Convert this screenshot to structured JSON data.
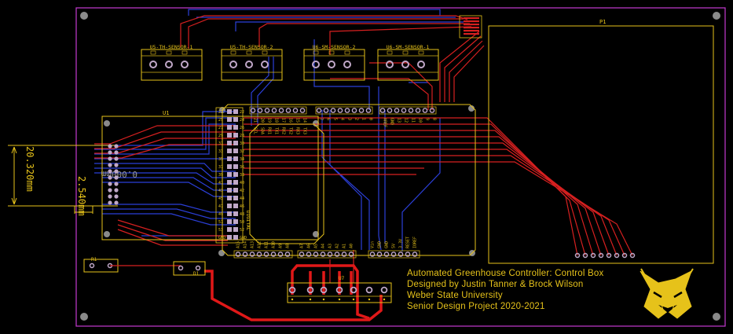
{
  "designators": {
    "u5a": "U5-TH-SENSOR-1",
    "u5b": "U5-TH-SENSOR-2",
    "u6a": "U6-SM-SENSOR-2",
    "u6b": "U6-SM-SENSOR-1",
    "p1": "P1",
    "u1": "U1",
    "u7": "U7",
    "r1": "R1",
    "d1": "D1"
  },
  "dimensions": {
    "height": "20.320mm",
    "pitch": "2.540mm",
    "origin": "0.000mm"
  },
  "arduino": {
    "left_col": [
      "23",
      "25",
      "27",
      "29",
      "31",
      "33",
      "35",
      "37",
      "39",
      "41",
      "43",
      "45",
      "47",
      "49",
      "51",
      "53",
      "GND"
    ],
    "right_col": [
      "22",
      "24",
      "26",
      "28",
      "30",
      "32",
      "34",
      "36",
      "38",
      "40",
      "42",
      "44",
      "46",
      "48",
      "50",
      "52",
      "GND"
    ],
    "top_comm": [
      "21",
      "20",
      "19",
      "18",
      "17",
      "16",
      "15",
      "14"
    ],
    "top_comm_func": [
      "SCL",
      "SDA",
      "RX1",
      "TX1",
      "RX2",
      "TX2",
      "RX3",
      "TX3"
    ],
    "top_pwm_a": [
      "7",
      "6",
      "5",
      "4",
      "3",
      "2",
      "1",
      "0"
    ],
    "top_pwm_b": [
      "AREF",
      "GND",
      "13",
      "12",
      "11",
      "10",
      "9",
      "8"
    ],
    "bottom_analog_b": [
      "A15",
      "A14",
      "A13",
      "A12",
      "A11",
      "A10",
      "A9",
      "A8"
    ],
    "bottom_analog_a": [
      "A7",
      "A6",
      "A5",
      "A4",
      "A3",
      "A2",
      "A1",
      "A0"
    ],
    "bottom_power": [
      "Vin",
      "GND",
      "GND",
      "5V",
      "3.3V",
      "RESET",
      "IOREF"
    ],
    "digital_label": "DIGITAL"
  },
  "info": {
    "line1": "Automated Greenhouse Controller: Control Box",
    "line2": "Designed by Justin Tanner & Brock Wilson",
    "line3": "Weber State University",
    "line4": "Senior Design Project 2020-2021"
  },
  "colors": {
    "outline": "#c43ad0",
    "silkscreen": "#e6c21a",
    "top_copper": "#d62020",
    "bottom_copper": "#2b3fd8",
    "pad": "#c0a8c8"
  }
}
